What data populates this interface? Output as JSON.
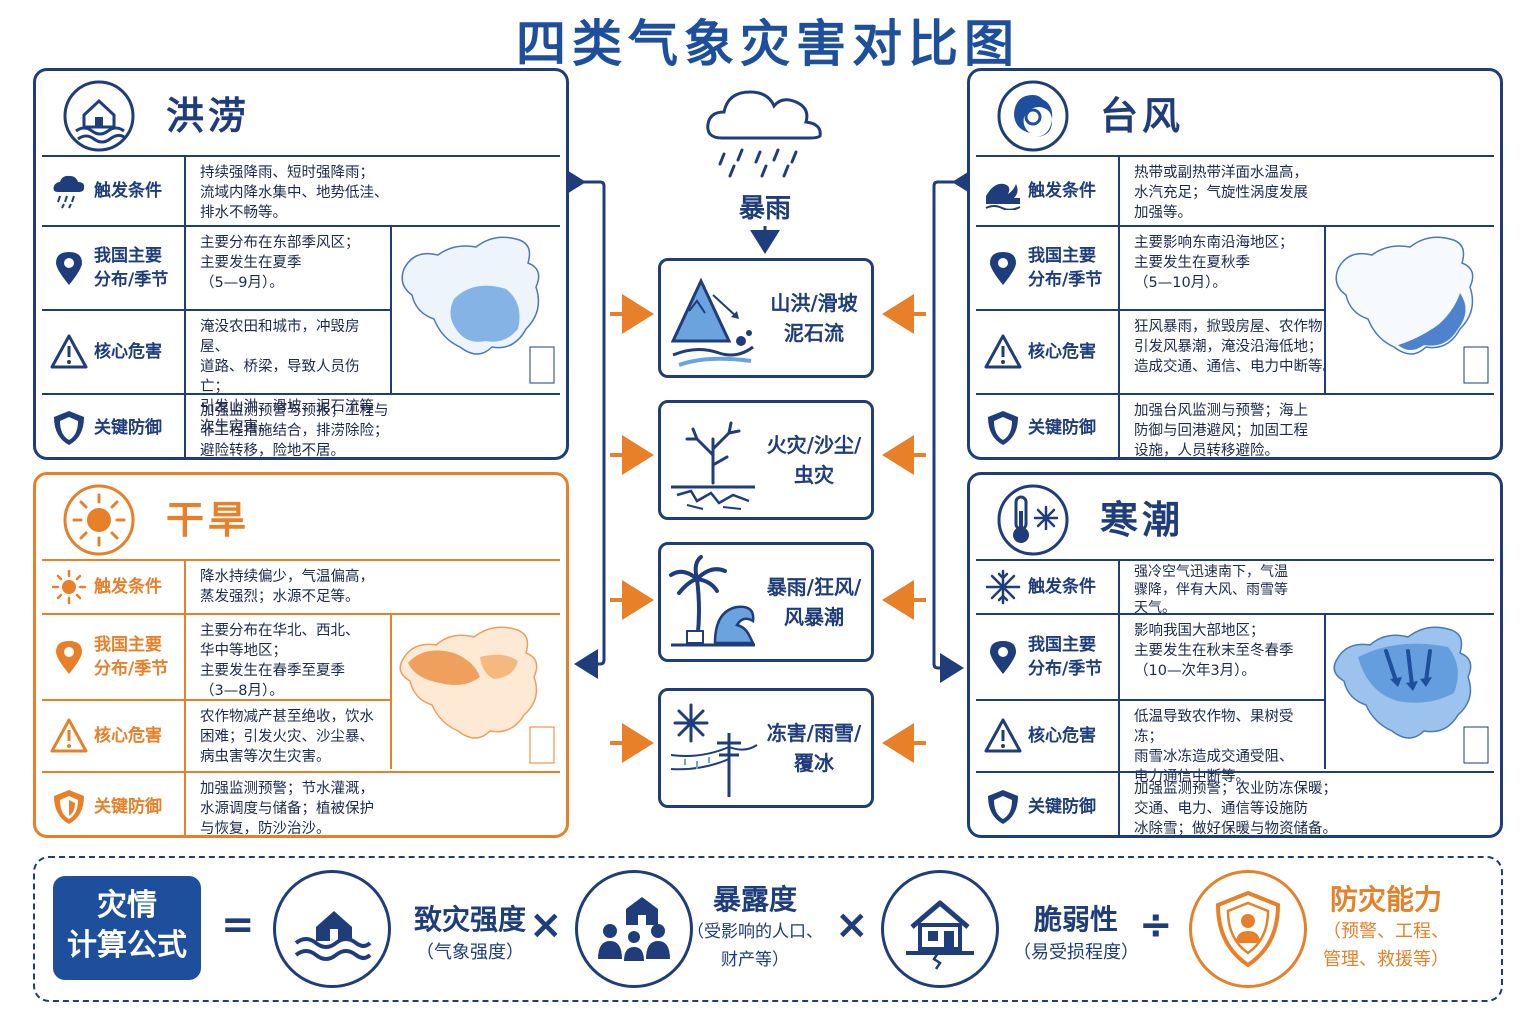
{
  "title": "四类气象灾害对比图",
  "colors": {
    "navy": "#1e3d7a",
    "blue": "#1d4f9c",
    "orange": "#e8802a",
    "light_blue": "#6aa3de"
  },
  "panels": {
    "flood": {
      "name": "洪涝",
      "icon": "flooded-house-icon",
      "rows": [
        {
          "label": "触发条件",
          "icon": "rain-cloud-icon",
          "text": "持续强降雨、短时强降雨；\n流域内降水集中、地势低洼、\n排水不畅等。"
        },
        {
          "label": "我国主要\n分布/季节",
          "icon": "location-pin-icon",
          "text": "主要分布在东部季风区；\n主要发生在夏季\n（5—9月）。"
        },
        {
          "label": "核心危害",
          "icon": "warning-icon",
          "text": "淹没农田和城市，冲毁房屋、\n道路、桥梁，导致人员伤亡；\n引发山洪、滑坡、泥石流等\n次生灾害。"
        },
        {
          "label": "关键防御",
          "icon": "shield-icon",
          "text": "加强监测预警与预报；工程与\n非工程措施结合，排涝除险；\n避险转移，险地不居。"
        }
      ]
    },
    "drought": {
      "name": "干旱",
      "icon": "sun-icon",
      "rows": [
        {
          "label": "触发条件",
          "icon": "sun-icon",
          "text": "降水持续偏少，气温偏高，\n蒸发强烈；水源不足等。"
        },
        {
          "label": "我国主要\n分布/季节",
          "icon": "location-pin-icon",
          "text": "主要分布在华北、西北、\n华中等地区；\n主要发生在春季至夏季\n（3—8月）。"
        },
        {
          "label": "核心危害",
          "icon": "warning-icon",
          "text": "农作物减产甚至绝收，饮水\n困难；引发火灾、沙尘暴、\n病虫害等次生灾害。"
        },
        {
          "label": "关键防御",
          "icon": "shield-icon",
          "text": "加强监测预警；节水灌溉，\n水源调度与储备；植被保护\n与恢复，防沙治沙。"
        }
      ]
    },
    "typhoon": {
      "name": "台风",
      "icon": "typhoon-icon",
      "rows": [
        {
          "label": "触发条件",
          "icon": "wave-icon",
          "text": "热带或副热带洋面水温高，\n水汽充足；气旋性涡度发展\n加强等。"
        },
        {
          "label": "我国主要\n分布/季节",
          "icon": "location-pin-icon",
          "text": "主要影响东南沿海地区；\n主要发生在夏秋季\n（5—10月）。"
        },
        {
          "label": "核心危害",
          "icon": "warning-icon",
          "text": "狂风暴雨，掀毁房屋、农作物；\n引发风暴潮，淹没沿海低地；\n造成交通、通信、电力中断等。"
        },
        {
          "label": "关键防御",
          "icon": "shield-icon",
          "text": "加强台风监测与预警；海上\n防御与回港避风；加固工程\n设施，人员转移避险。"
        }
      ]
    },
    "cold": {
      "name": "寒潮",
      "icon": "thermometer-snow-icon",
      "rows": [
        {
          "label": "触发条件",
          "icon": "snowflake-icon",
          "text": "强冷空气迅速南下，气温\n骤降，伴有大风、雨雪等\n天气。"
        },
        {
          "label": "我国主要\n分布/季节",
          "icon": "location-pin-icon",
          "text": "影响我国大部地区；\n主要发生在秋末至冬春季\n（10—次年3月）。"
        },
        {
          "label": "核心危害",
          "icon": "warning-icon",
          "text": "低温导致农作物、果树受冻；\n雨雪冰冻造成交通受阻、\n电力通信中断等。"
        },
        {
          "label": "关键防御",
          "icon": "shield-icon",
          "text": "加强监测预警；农业防冻保暖；\n交通、电力、通信等设施防\n冰除雪；做好保暖与物资储备。"
        }
      ]
    }
  },
  "center": {
    "rain_label": "暴雨",
    "boxes": [
      {
        "text": "山洪/滑坡\n泥石流",
        "icon": "landslide-icon"
      },
      {
        "text": "火灾/沙尘/\n虫灾",
        "icon": "dead-tree-icon"
      },
      {
        "text": "暴雨/狂风/\n风暴潮",
        "icon": "palm-wave-icon"
      },
      {
        "text": "冻害/雨雪/\n覆冰",
        "icon": "power-line-ice-icon"
      }
    ]
  },
  "formula": {
    "badge": "灾情\n计算公式",
    "equals": "=",
    "times": "×",
    "divide": "÷",
    "terms": [
      {
        "name": "致灾强度",
        "note": "（气象强度）",
        "icon": "flood-house-icon"
      },
      {
        "name": "暴露度",
        "note": "（受影响的人口、\n财产等）",
        "icon": "people-house-icon"
      },
      {
        "name": "脆弱性",
        "note": "（易受损程度）",
        "icon": "cracked-house-icon"
      },
      {
        "name": "防灾能力",
        "note": "（预警、工程、\n管理、救援等）",
        "icon": "shield-person-icon"
      }
    ]
  }
}
